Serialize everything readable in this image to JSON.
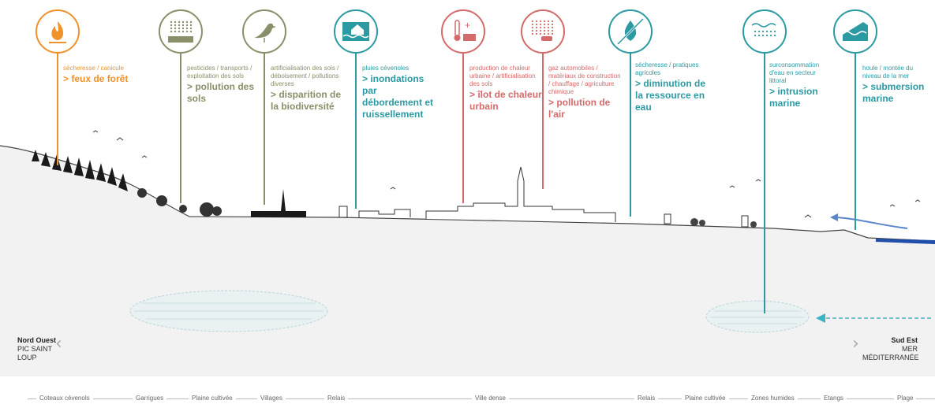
{
  "colors": {
    "orange": "#f0922c",
    "olive": "#8a8f6a",
    "teal": "#2c9aa3",
    "pink": "#d46a6a",
    "ground": "#f2f2f2",
    "water": "#1f4fa8"
  },
  "risks": [
    {
      "id": "fire",
      "icon": "fire-icon",
      "color": "orange",
      "caption": "sécheresse / canicule",
      "title": "> feux de forêt"
    },
    {
      "id": "soil",
      "icon": "soil-pollution-icon",
      "color": "olive",
      "caption": "pesticides / transports / exploitation des sols",
      "title": "> pollution des sols"
    },
    {
      "id": "bio",
      "icon": "bird-icon",
      "color": "olive",
      "caption": "artificialisation des sols / déboisement / pollutions diverses",
      "title": "> disparition de la biodiversité"
    },
    {
      "id": "flood",
      "icon": "flood-house-icon",
      "color": "teal",
      "caption": "pluies cévenoles",
      "title": "> inondations par débordement et ruissellement"
    },
    {
      "id": "heat",
      "icon": "thermometer-icon",
      "color": "pink",
      "caption": "production de chaleur urbaine / artificialisation des sols",
      "title": "> îlot de chaleur urbain"
    },
    {
      "id": "air",
      "icon": "car-pollution-icon",
      "color": "pink",
      "caption": "gaz automobiles / matériaux de construction / chauffage / agriculture chimique",
      "title": "> pollution de l'air"
    },
    {
      "id": "water",
      "icon": "no-water-drop-icon",
      "color": "teal",
      "caption": "sécheresse / pratiques agricoles",
      "title": "> diminution de la ressource en eau"
    },
    {
      "id": "intrusion",
      "icon": "groundwater-icon",
      "color": "teal",
      "caption": "surconsommation d'eau en secteur littoral",
      "title": "> intrusion marine"
    },
    {
      "id": "submersion",
      "icon": "wave-icon",
      "color": "teal",
      "caption": "houle / montée du niveau de la mer",
      "title": "> submersion marine"
    }
  ],
  "left_end": {
    "bold": "Nord Ouest",
    "line1": "PIC SAINT",
    "line2": "LOUP"
  },
  "right_end": {
    "bold": "Sud Est",
    "line1": "MER",
    "line2": "MÉDITERRANÉE"
  },
  "zones": [
    "Coteaux cévenols",
    "Garrigues",
    "Plaine cultivée",
    "Villages",
    "Relais",
    "Ville dense",
    "Relais",
    "Plaine cultivée",
    "Zones humides",
    "Etangs",
    "Plage"
  ]
}
